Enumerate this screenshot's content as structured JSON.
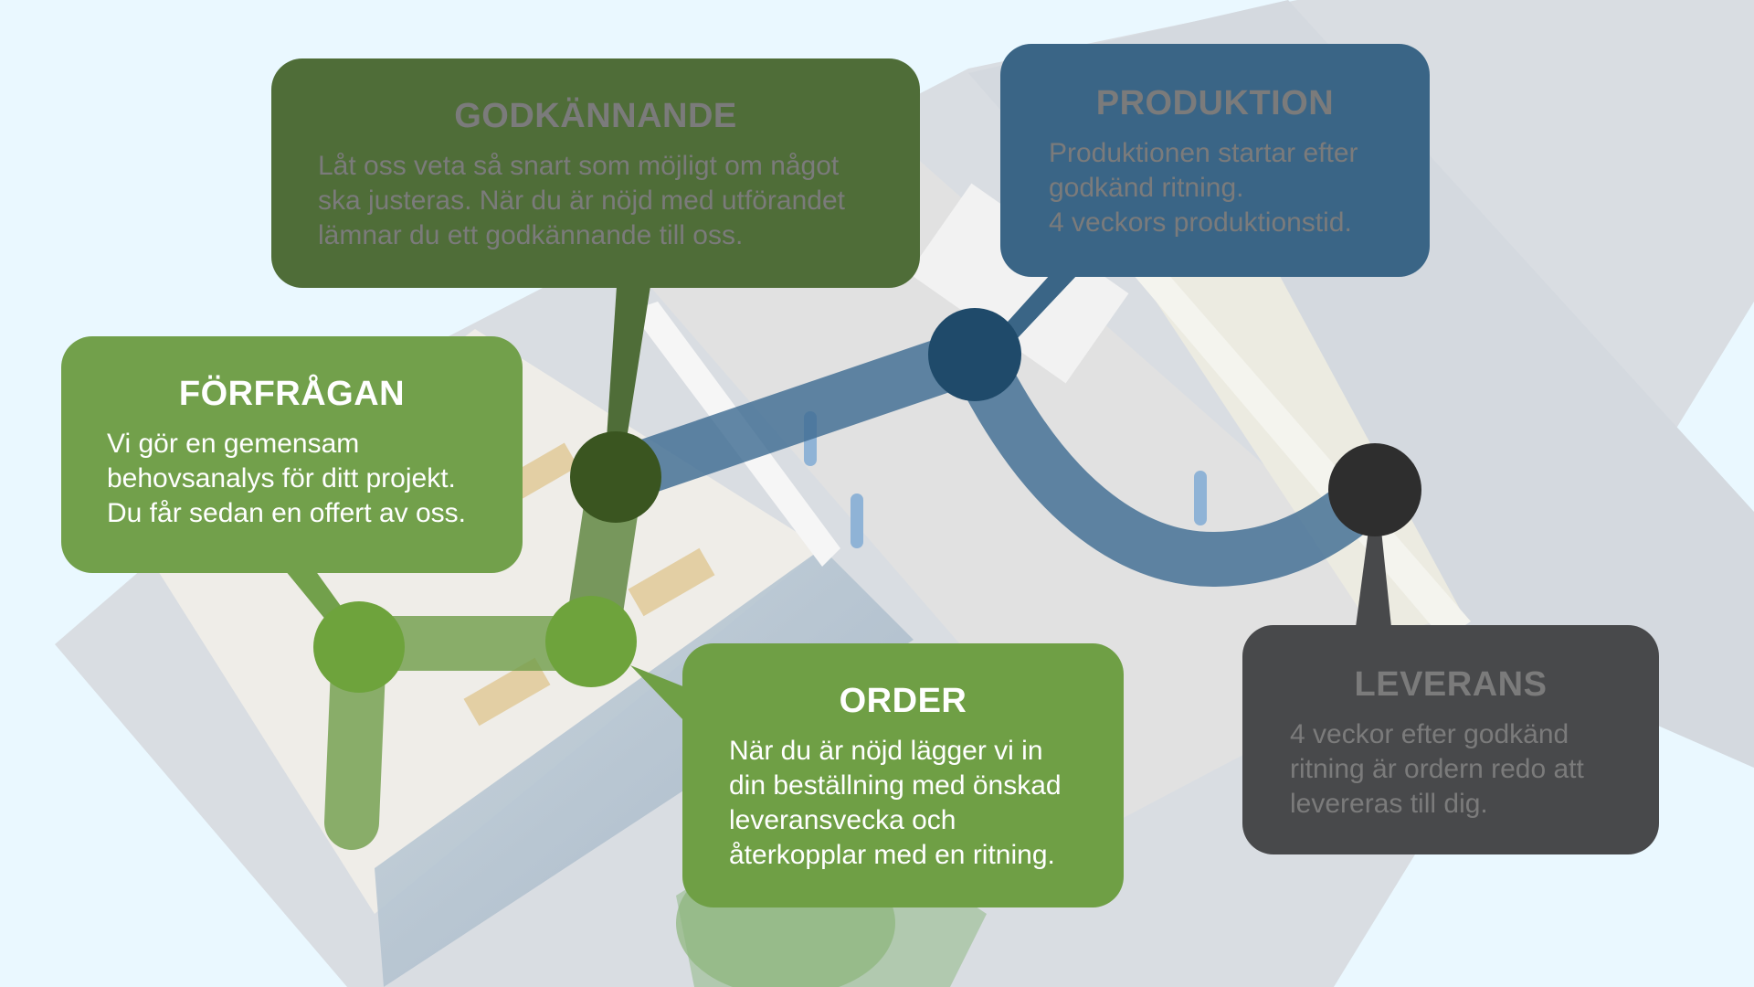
{
  "colors": {
    "background": "#eaf8ff",
    "green_light": "#6ea33c",
    "green_dark": "#3a5520",
    "blue": "#1f4a6a",
    "black": "#2e2e2e",
    "box_godkannande": "#4f6d38",
    "box_produktion": "#3a6586",
    "box_forfragan": "#72a04b",
    "box_order": "#6f9f45",
    "box_leverans": "#48494b"
  },
  "steps": {
    "forfragan": {
      "title": "FÖRFRÅGAN",
      "body": "Vi gör en gemensam\nbehovsanalys för ditt projekt.\nDu får sedan en offert av oss."
    },
    "godkannande": {
      "title": "GODKÄNNANDE",
      "body": "Låt oss veta så snart som möjligt om något\nska justeras. När du är nöjd med utförandet\nlämnar du ett godkännande till oss."
    },
    "order": {
      "title": "ORDER",
      "body": "När du är nöjd lägger vi in\ndin beställning med önskad\nleveransvecka och\nåterkopplar med en ritning."
    },
    "produktion": {
      "title": "PRODUKTION",
      "body": "Produktionen startar efter\ngodkänd ritning.\n4 veckors produktionstid."
    },
    "leverans": {
      "title": "LEVERANS",
      "body": "4 veckor efter godkänd\nritning är ordern redo att\nlevereras till dig."
    }
  },
  "flow_order": [
    "forfragan",
    "order",
    "godkannande",
    "produktion",
    "leverans"
  ]
}
